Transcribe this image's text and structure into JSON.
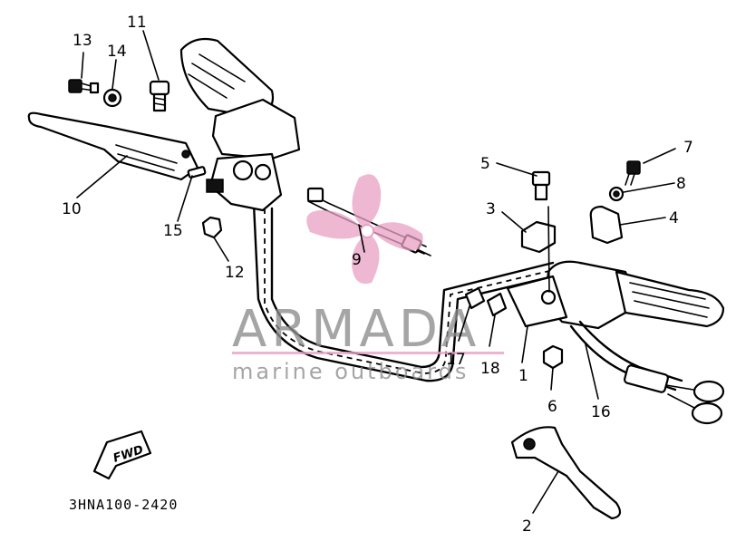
{
  "diagram": {
    "code": "3HNA100-2420",
    "fwd_label": "FWD",
    "callouts": [
      {
        "id": "c13",
        "text": "13"
      },
      {
        "id": "c14",
        "text": "14"
      },
      {
        "id": "c11",
        "text": "11"
      },
      {
        "id": "c10",
        "text": "10"
      },
      {
        "id": "c15",
        "text": "15"
      },
      {
        "id": "c12",
        "text": "12"
      },
      {
        "id": "c9",
        "text": "9"
      },
      {
        "id": "c5",
        "text": "5"
      },
      {
        "id": "c3",
        "text": "3"
      },
      {
        "id": "c7",
        "text": "7"
      },
      {
        "id": "c8",
        "text": "8"
      },
      {
        "id": "c4",
        "text": "4"
      },
      {
        "id": "c17",
        "text": "17"
      },
      {
        "id": "c18",
        "text": "18"
      },
      {
        "id": "c1",
        "text": "1"
      },
      {
        "id": "c6",
        "text": "6"
      },
      {
        "id": "c16",
        "text": "16"
      },
      {
        "id": "c2",
        "text": "2"
      }
    ]
  },
  "watermark": {
    "brand": "ARMADA",
    "tagline": "marine outboards",
    "accent_color": "#e8a0c4",
    "text_color": "#8c8c8c"
  }
}
